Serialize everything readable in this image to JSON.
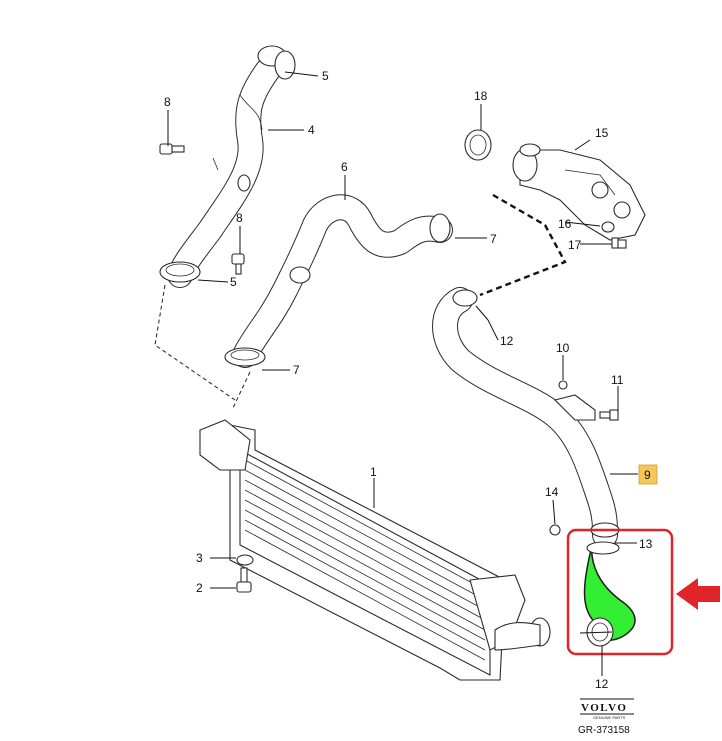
{
  "callouts": {
    "c1": "1",
    "c2": "2",
    "c3": "3",
    "c4": "4",
    "c5a": "5",
    "c5b": "5",
    "c6": "6",
    "c7a": "7",
    "c7b": "7",
    "c8a": "8",
    "c8b": "8",
    "c9": "9",
    "c10": "10",
    "c11": "11",
    "c12a": "12",
    "c12b": "12",
    "c13": "13",
    "c14": "14",
    "c15": "15",
    "c16": "16",
    "c17": "17",
    "c18": "18"
  },
  "brand": {
    "logo": "VOLVO",
    "tagline": "GENUINE PARTS"
  },
  "reference": "GR-373158",
  "colors": {
    "highlight_part": "#33ee33",
    "highlight_box": "#e0242a",
    "arrow": "#e0242a",
    "tag_nine": "#f5c75a"
  }
}
